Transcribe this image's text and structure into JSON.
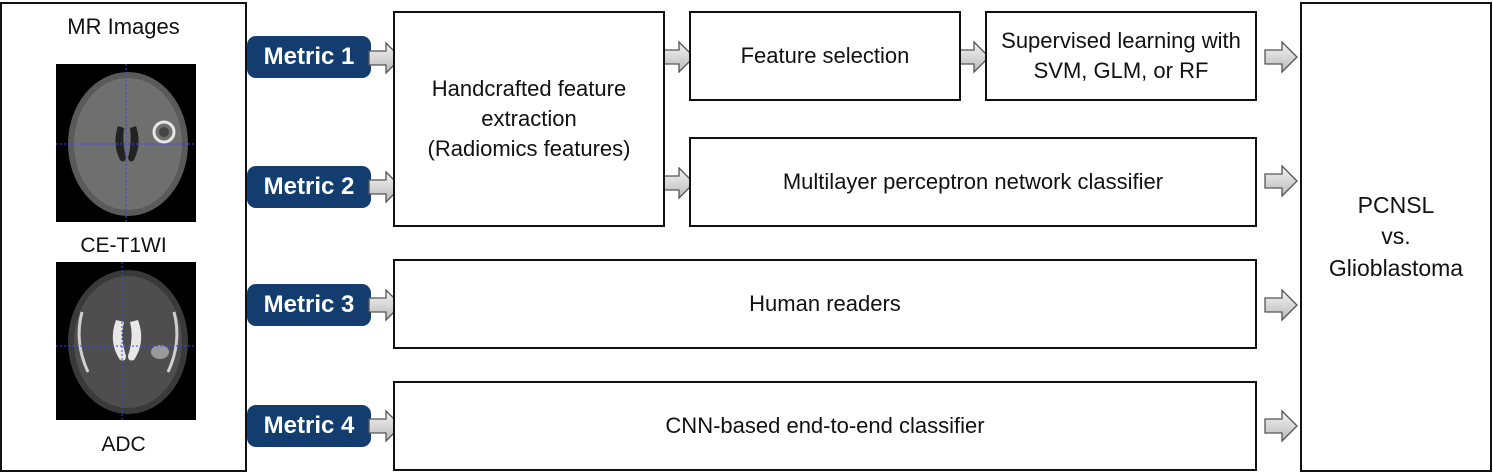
{
  "inputs": {
    "title": "MR Images",
    "image1_caption": "CE-T1WI",
    "image2_caption": "ADC"
  },
  "metrics": [
    "Metric 1",
    "Metric 2",
    "Metric 3",
    "Metric 4"
  ],
  "boxes": {
    "handcrafted": "Handcrafted feature\nextraction\n(Radiomics features)",
    "feature_selection": "Feature selection",
    "supervised": "Supervised learning with\nSVM, GLM, or RF",
    "mlp": "Multilayer perceptron network classifier",
    "human": "Human readers",
    "cnn": "CNN-based end-to-end classifier",
    "output": "PCNSL\nvs.\nGlioblastoma"
  },
  "colors": {
    "metric_fill": "#123d6e",
    "arrow_fill": "#cfcfcf",
    "border": "#111111"
  }
}
